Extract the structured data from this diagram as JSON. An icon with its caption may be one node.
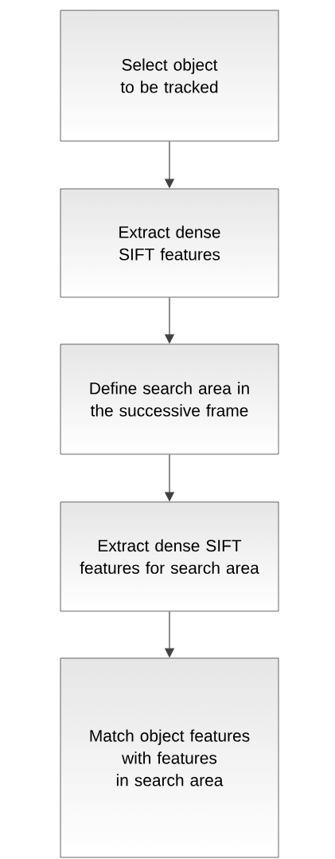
{
  "diagram": {
    "nodes": [
      {
        "text": [
          "Select object to be tracked"
        ]
      },
      {
        "text": [
          "Extract dense SIFT features"
        ]
      },
      {
        "text": [
          "Define search area in the successive frame"
        ]
      },
      {
        "text": [
          "Extract dense SIFT features for search area"
        ]
      },
      {
        "text": [
          "Match object features with features in search area"
        ]
      }
    ],
    "edges": [
      {
        "from": 0,
        "to": 1,
        "arrow": "to"
      },
      {
        "from": 1,
        "to": 2,
        "arrow": "to"
      },
      {
        "from": 2,
        "to": 3,
        "arrow": "to"
      },
      {
        "from": 3,
        "to": 4,
        "arrow": "to"
      }
    ]
  }
}
